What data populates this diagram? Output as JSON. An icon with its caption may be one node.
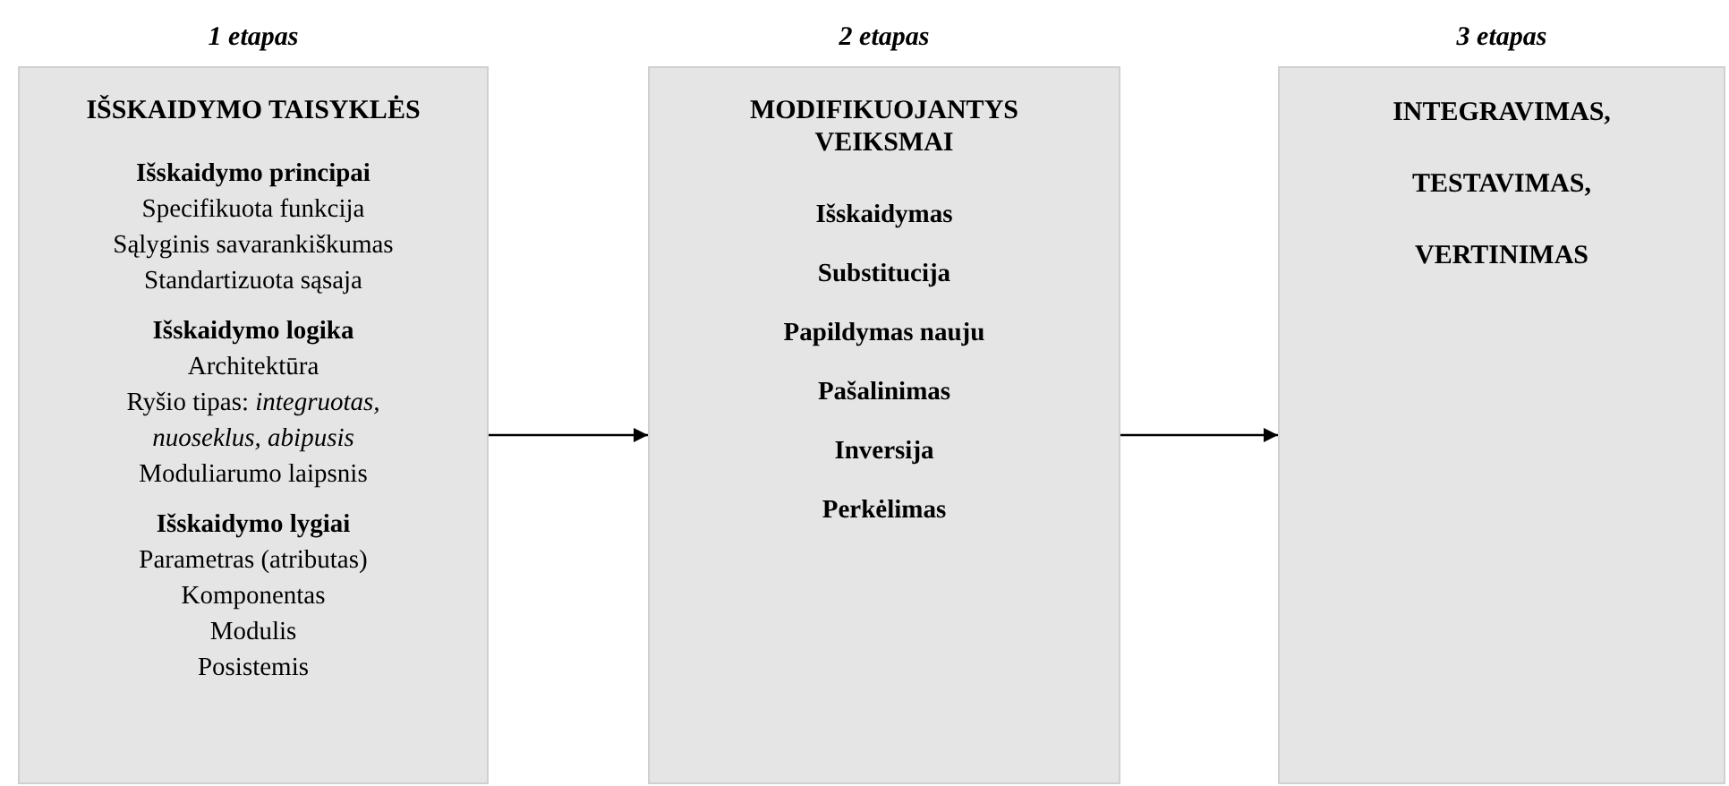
{
  "diagram": {
    "nodes": [
      {
        "text": [
          "1 etapas",
          "IŠSKAIDYMO TAISYKLĖS",
          "Išskaidymo principai",
          "Specifikuota funkcija",
          "Sąlyginis savarankiškumas",
          "Standartizuota sąsaja",
          "Išskaidymo logika",
          "Architektūra",
          "Ryšio tipas: *integruotas, nuoseklus, abipusis*",
          "Moduliarumo laipsnis",
          "Išskaidymo lygiai",
          "Parametras (atributas)",
          "Komponentas",
          "Modulis",
          "Posistemis"
        ]
      },
      {
        "text": [
          "2 etapas",
          "MODIFIKUOJANTYS VEIKSMAI",
          "Išskaidymas",
          "Substitucija",
          "Papildymas nauju",
          "Pašalinimas",
          "Inversija",
          "Perkėlimas"
        ]
      },
      {
        "text": [
          "3 etapas",
          "INTEGRAVIMAS,",
          "TESTAVIMAS,",
          "VERTINIMAS"
        ]
      }
    ],
    "edges": [
      {
        "from": 0,
        "to": 1,
        "arrow": "to"
      },
      {
        "from": 1,
        "to": 2,
        "arrow": "to"
      }
    ]
  }
}
